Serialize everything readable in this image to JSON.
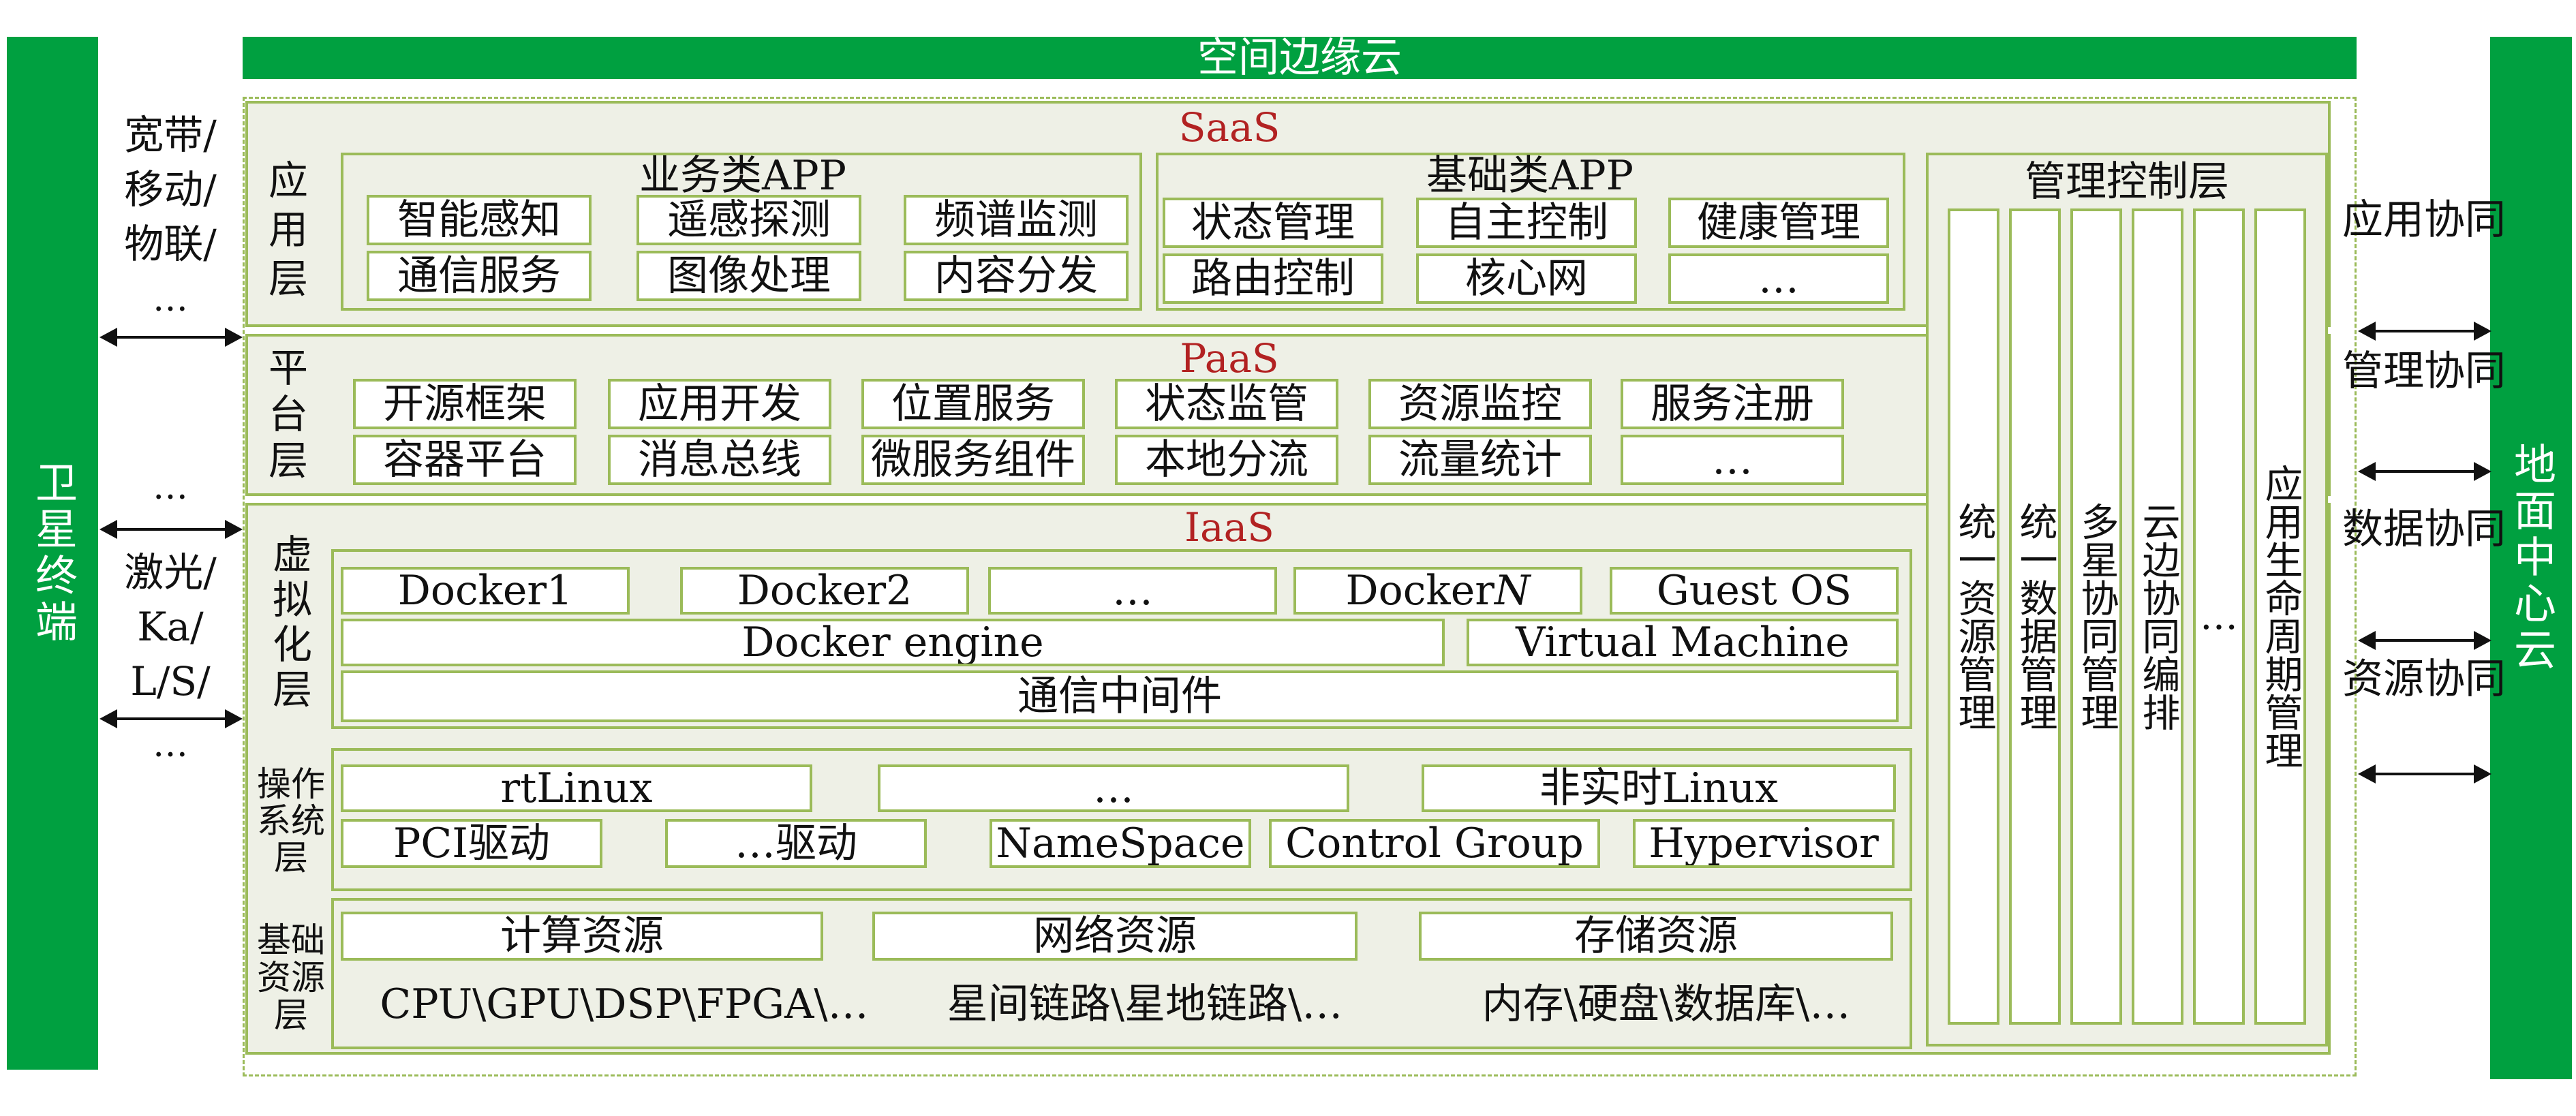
{
  "colors": {
    "accent_green": "#00a040",
    "border_green": "#9bbb59",
    "panel_bg": "#eef0e6",
    "layer_title_red": "#b22222"
  },
  "top_bar": {
    "label": "空间边缘云"
  },
  "left_bar": {
    "label": "卫星终端"
  },
  "right_bar": {
    "label": "地面中心云"
  },
  "left_links": {
    "upper": [
      "宽带/",
      "移动/",
      "物联/",
      "…"
    ],
    "lower_top": "…",
    "lower": [
      "激光/",
      "Ka/",
      "L/S/"
    ],
    "lower_bottom": "…"
  },
  "right_links": [
    "应用协同",
    "管理协同",
    "数据协同",
    "资源协同"
  ],
  "saas": {
    "title": "SaaS",
    "layer_label": "应用层",
    "business": {
      "title": "业务类APP",
      "items": [
        "智能感知",
        "遥感探测",
        "频谱监测",
        "通信服务",
        "图像处理",
        "内容分发"
      ]
    },
    "basic": {
      "title": "基础类APP",
      "items": [
        "状态管理",
        "自主控制",
        "健康管理",
        "路由控制",
        "核心网",
        "…"
      ]
    }
  },
  "paas": {
    "title": "PaaS",
    "layer_label": "平台层",
    "items": [
      "开源框架",
      "应用开发",
      "位置服务",
      "状态监管",
      "资源监控",
      "服务注册",
      "容器平台",
      "消息总线",
      "微服务组件",
      "本地分流",
      "流量统计",
      "…"
    ]
  },
  "iaas": {
    "title": "IaaS",
    "virt": {
      "layer_label": "虚拟化层",
      "dockers": [
        "Docker1",
        "Docker2",
        "…",
        "Docker",
        "Guest OS"
      ],
      "docker_n_suffix": "N",
      "engine": "Docker engine",
      "vm": "Virtual Machine",
      "middleware": "通信中间件"
    },
    "os": {
      "layer_label": "操作系统层",
      "row1": [
        "rtLinux",
        "…",
        "非实时Linux"
      ],
      "row2": [
        "PCI驱动",
        "…驱动",
        "NameSpace",
        "Control Group",
        "Hypervisor"
      ]
    },
    "res": {
      "layer_label": "基础资源层",
      "headers": [
        "计算资源",
        "网络资源",
        "存储资源"
      ],
      "details": [
        "CPU\\GPU\\DSP\\FPGA\\…",
        "星间链路\\星地链路\\…",
        "内存\\硬盘\\数据库\\…"
      ]
    }
  },
  "mgmt": {
    "title": "管理控制层",
    "columns": [
      "统一资源管理",
      "统一数据管理",
      "多星协同管理",
      "云边协同编排",
      "…",
      "应用生命周期管理"
    ]
  }
}
